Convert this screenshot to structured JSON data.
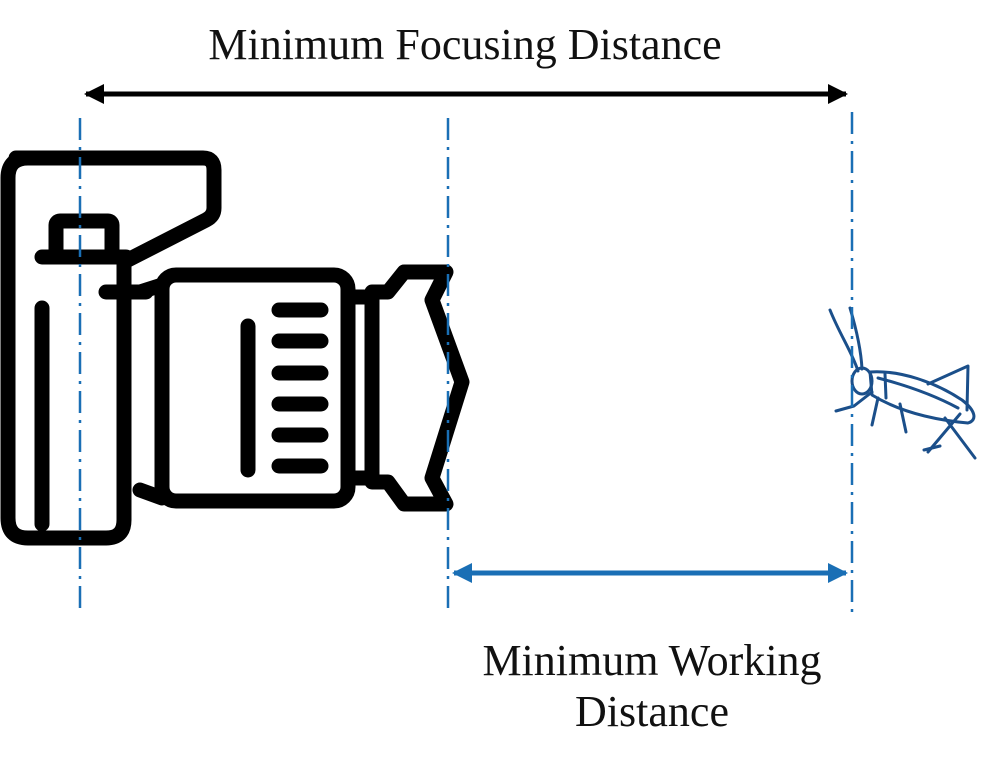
{
  "labels": {
    "minimum_focusing_distance": "Minimum Focusing Distance",
    "minimum_working_distance_line1": "Minimum Working",
    "minimum_working_distance_line2": "Distance"
  },
  "icons": {
    "camera": "camera-icon",
    "insect": "grasshopper-icon"
  },
  "colors": {
    "black": "#000000",
    "blue": "#1a6fb5",
    "insect_outline": "#1b4f8a",
    "text": "#111111"
  }
}
